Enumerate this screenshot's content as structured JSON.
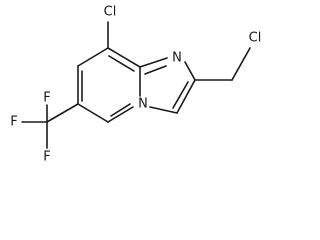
{
  "molecule": {
    "atoms": {
      "cl_ring": "Cl",
      "n_imine": "N",
      "n_bridge": "N",
      "cl_methyl": "Cl",
      "f_top": "F",
      "f_left": "F",
      "f_bottom": "F"
    }
  }
}
